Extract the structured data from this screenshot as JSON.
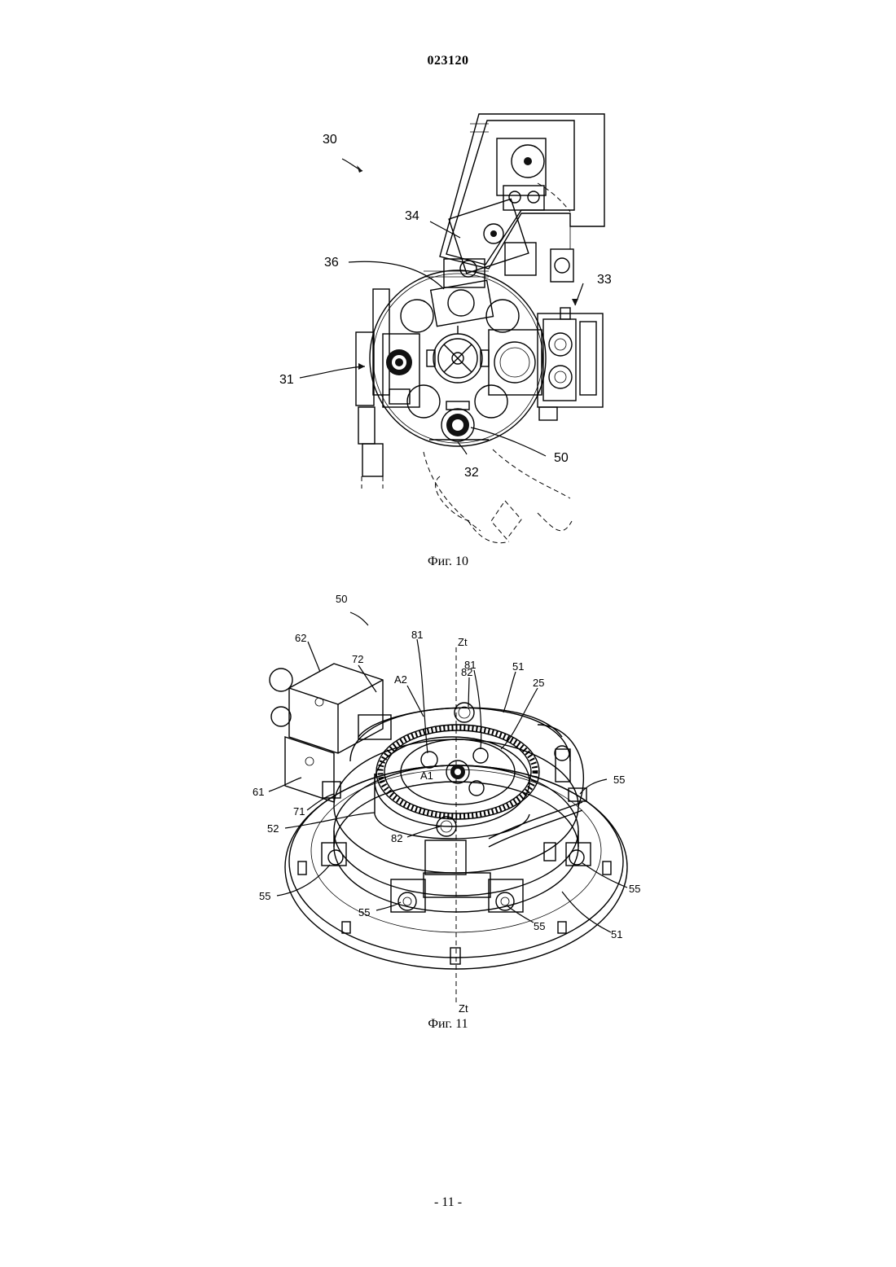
{
  "header": {
    "doc_number": "023120"
  },
  "figure10": {
    "caption": "Фиг. 10",
    "labels": {
      "l30": "30",
      "l34": "34",
      "l36": "36",
      "l33": "33",
      "l31": "31",
      "l32": "32",
      "l50": "50"
    }
  },
  "figure11": {
    "caption": "Фиг. 11",
    "labels": {
      "l50": "50",
      "l62": "62",
      "l72": "72",
      "lA2": "A2",
      "l81a": "81",
      "lZt_top": "Zt",
      "l82a": "82",
      "l81b": "81",
      "l51a": "51",
      "l25": "25",
      "lA1": "A1",
      "l55a": "55",
      "l61": "61",
      "l71": "71",
      "l52": "52",
      "l82b": "82",
      "l55b": "55",
      "l55c": "55",
      "l55d": "55",
      "l55e": "55",
      "l51b": "51",
      "lZt_bottom": "Zt"
    }
  },
  "footer": {
    "page_number": "- 11 -"
  }
}
